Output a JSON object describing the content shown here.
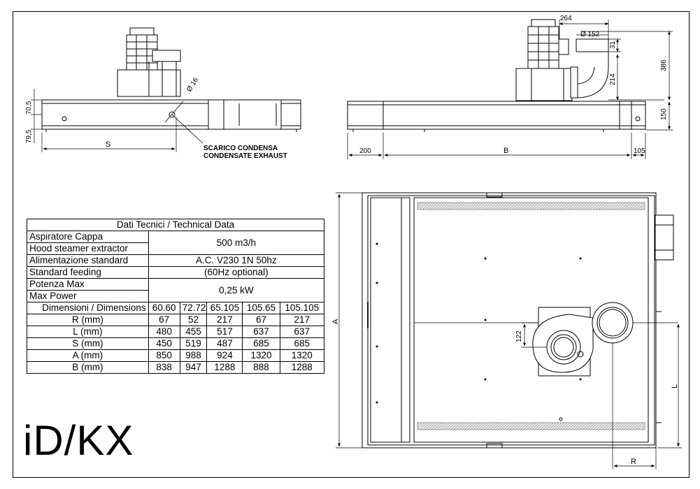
{
  "title": "iD/KX",
  "table": {
    "header": "Dati Tecnici / Technical Data",
    "extractor_it": "Aspiratore Cappa",
    "extractor_en": "Hood steamer extractor",
    "extractor_value": "500 m3/h",
    "feeding_it": "Alimentazione standard",
    "feeding_en": "Standard feeding",
    "feeding_value": "A.C. V230 1N 50hz",
    "feeding_note": "(60Hz optional)",
    "power_it": "Potenza Max",
    "power_en": "Max Power",
    "power_value": "0,25 kW",
    "dimensions_label": "Dimensioni / Dimensions",
    "models": [
      "60.60",
      "72.72",
      "65.105",
      "105.65",
      "105.105"
    ],
    "rows": [
      {
        "label": "R (mm)",
        "values": [
          "67",
          "52",
          "217",
          "67",
          "217"
        ]
      },
      {
        "label": "L (mm)",
        "values": [
          "480",
          "455",
          "517",
          "637",
          "637"
        ]
      },
      {
        "label": "S (mm)",
        "values": [
          "450",
          "519",
          "487",
          "685",
          "685"
        ]
      },
      {
        "label": "A (mm)",
        "values": [
          "850",
          "988",
          "924",
          "1320",
          "1320"
        ]
      },
      {
        "label": "B (mm)",
        "values": [
          "838",
          "947",
          "1288",
          "888",
          "1288"
        ]
      }
    ]
  },
  "drawing": {
    "dim_70_5": "70,5",
    "dim_79_5": "79,5",
    "dim_S": "S",
    "dim_d16": "Ø 16",
    "drain_it": "SCARICO CONDENSA",
    "drain_en": "CONDENSATE EXHAUST",
    "dim_264": "264",
    "dim_d152": "Ø 152",
    "dim_31": "31",
    "dim_214": "214",
    "dim_386": "386",
    "dim_150": "150",
    "dim_200": "200",
    "dim_B": "B",
    "dim_105": "105",
    "dim_A": "A",
    "dim_122": "122",
    "dim_L": "L",
    "dim_R": "R"
  },
  "colors": {
    "line": "#000000",
    "dim": "#333333",
    "fill": "#d8d8d8",
    "dark": "#555555"
  }
}
